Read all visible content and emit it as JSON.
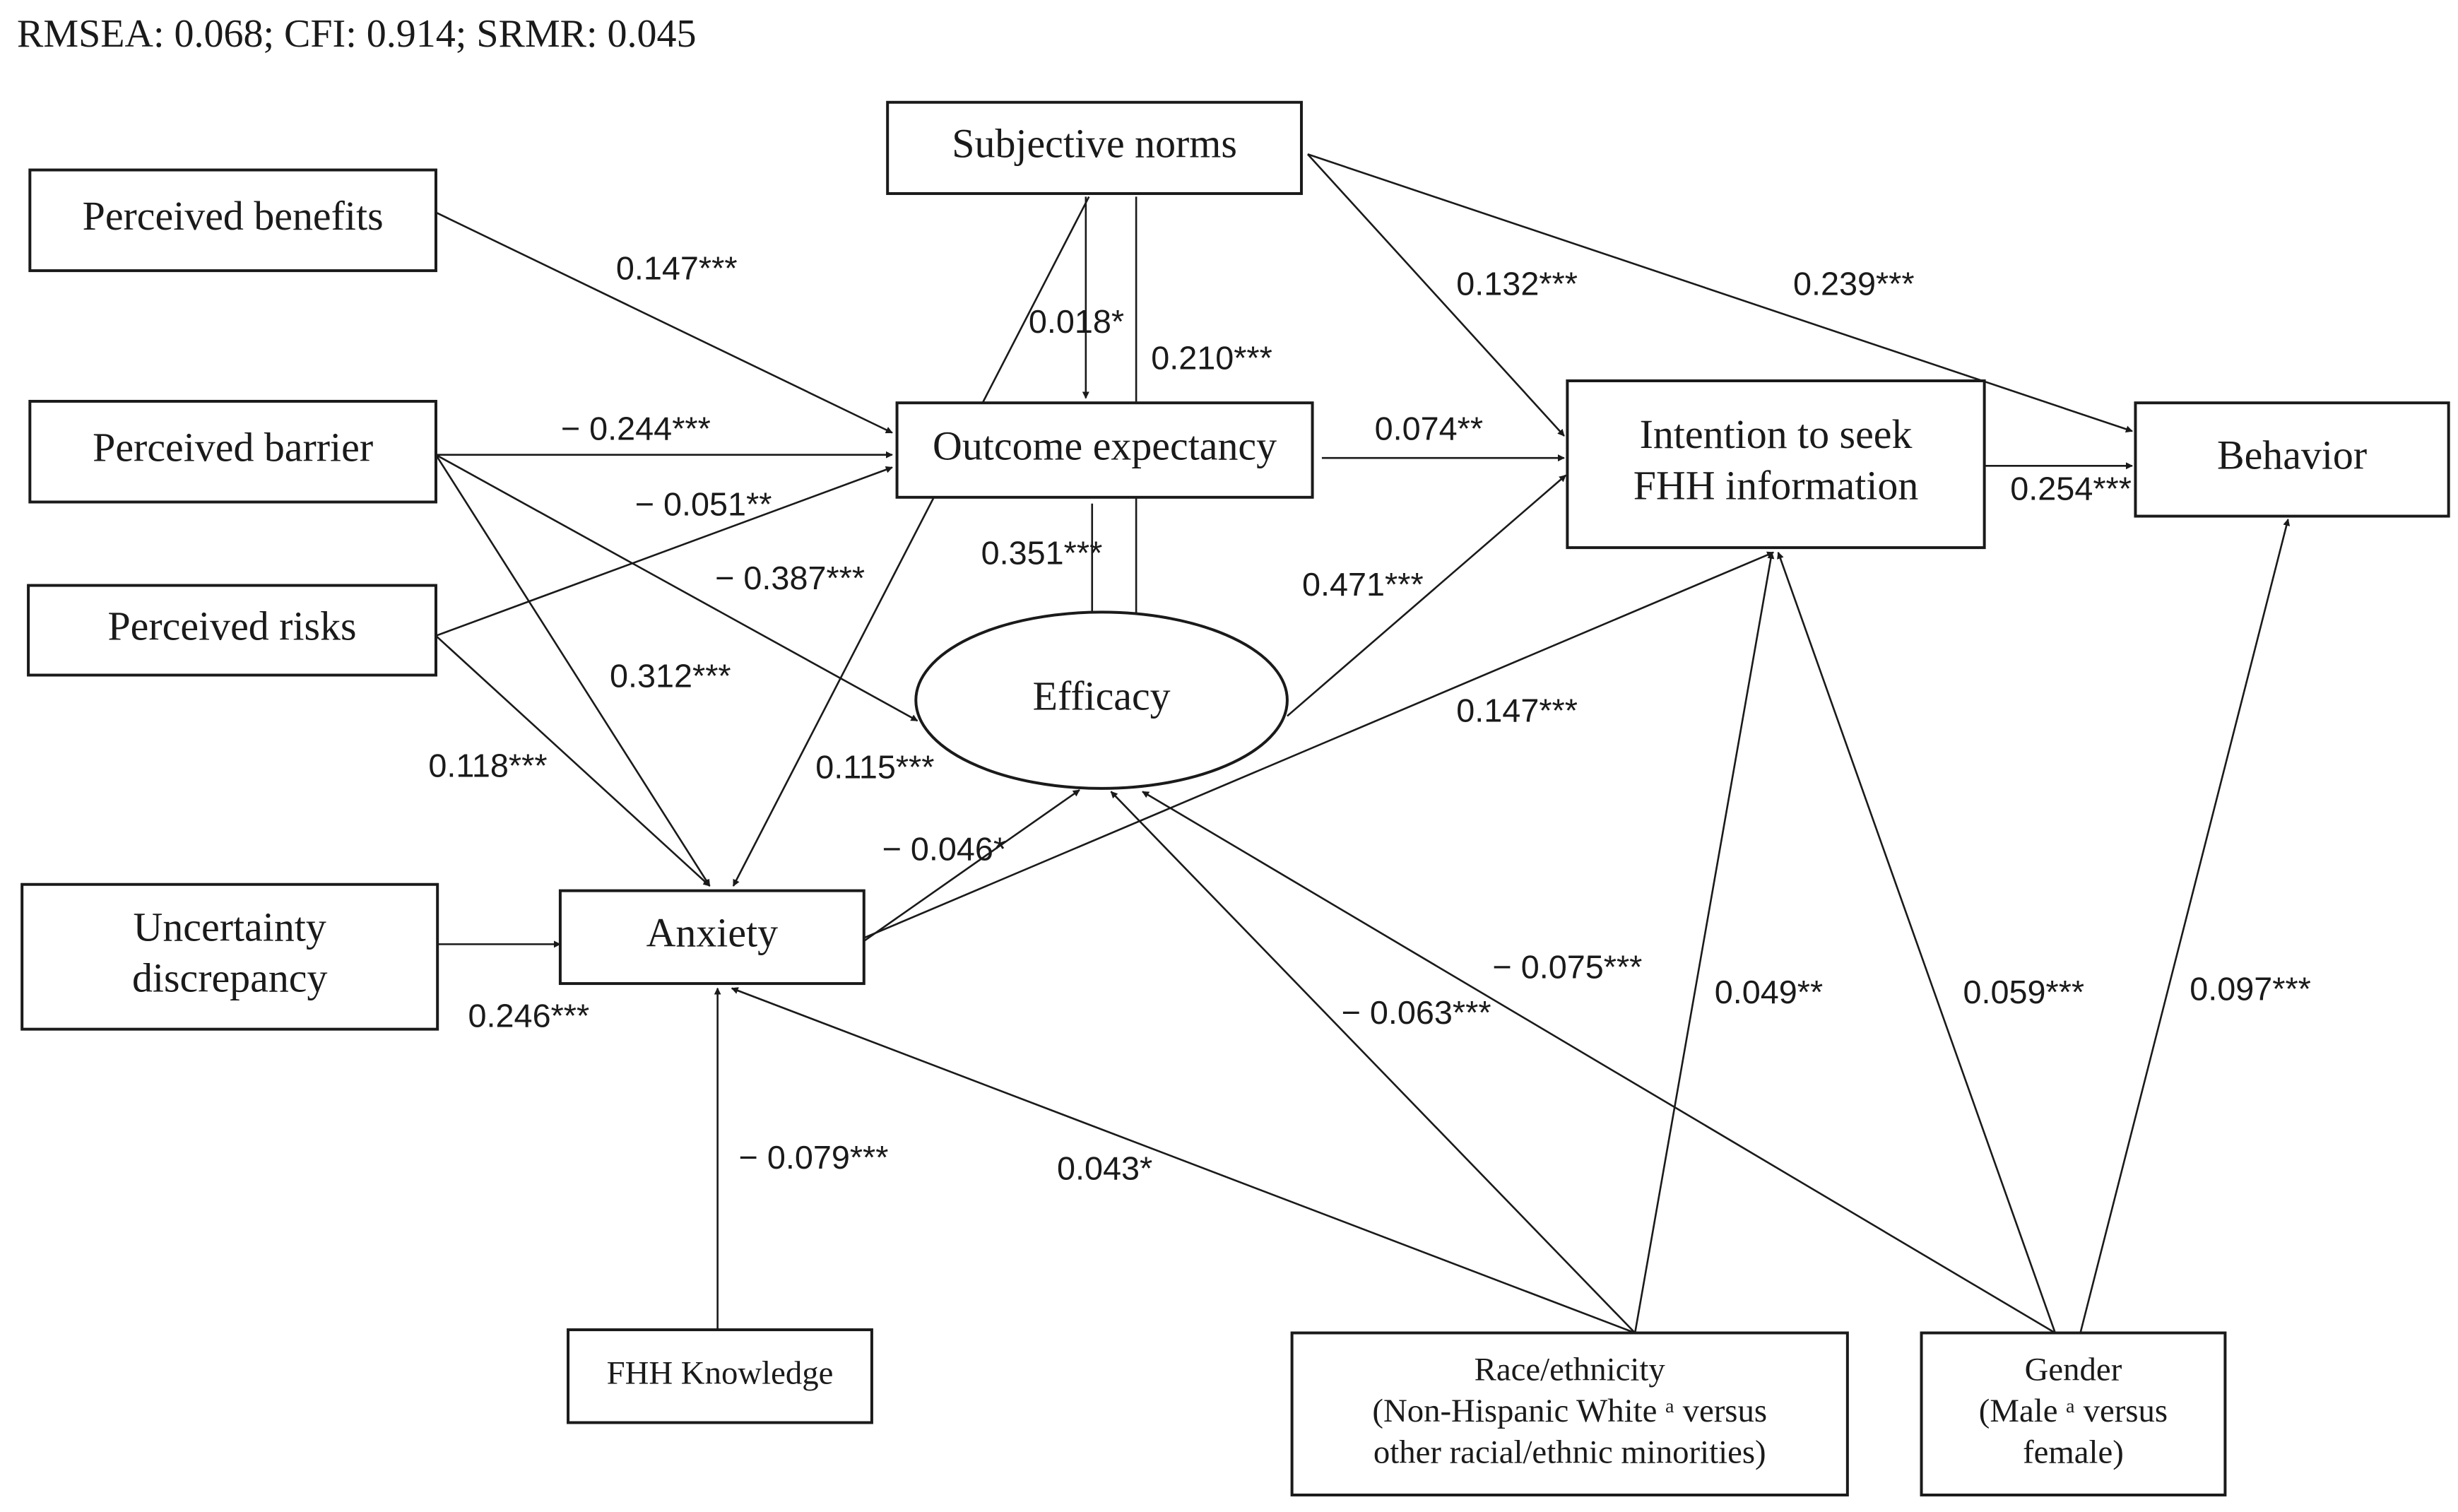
{
  "fit_stats": "RMSEA: 0.068; CFI: 0.914; SRMR: 0.045",
  "nodes": {
    "perceived_benefits": {
      "lines": [
        "Perceived benefits"
      ]
    },
    "perceived_barrier": {
      "lines": [
        "Perceived barrier"
      ]
    },
    "perceived_risks": {
      "lines": [
        "Perceived risks"
      ]
    },
    "uncertainty_discrepancy": {
      "lines": [
        "Uncertainty",
        "discrepancy"
      ]
    },
    "subjective_norms": {
      "lines": [
        "Subjective norms"
      ]
    },
    "outcome_expectancy": {
      "lines": [
        "Outcome expectancy"
      ]
    },
    "efficacy": {
      "lines": [
        "Efficacy"
      ]
    },
    "anxiety": {
      "lines": [
        "Anxiety"
      ]
    },
    "intention": {
      "lines": [
        "Intention to seek",
        "FHH information"
      ]
    },
    "behavior": {
      "lines": [
        "Behavior"
      ]
    },
    "fhh_knowledge": {
      "lines": [
        "FHH Knowledge"
      ]
    },
    "race_ethnicity": {
      "lines": [
        "Race/ethnicity",
        "(Non-Hispanic White ᵃ versus",
        "other racial/ethnic minorities)"
      ]
    },
    "gender": {
      "lines": [
        "Gender",
        "(Male ᵃ versus",
        "female)"
      ]
    }
  },
  "paths": [
    {
      "id": "benefits-outcome",
      "from": "perceived_benefits",
      "to": "outcome_expectancy",
      "label": "0.147***"
    },
    {
      "id": "barrier-outcome",
      "from": "perceived_barrier",
      "to": "outcome_expectancy",
      "label": "− 0.244***"
    },
    {
      "id": "risks-outcome",
      "from": "perceived_risks",
      "to": "outcome_expectancy",
      "label": "− 0.051**"
    },
    {
      "id": "barrier-efficacy",
      "from": "perceived_barrier",
      "to": "efficacy",
      "label": "− 0.387***"
    },
    {
      "id": "barrier-anxiety",
      "from": "perceived_barrier",
      "to": "anxiety",
      "label": "0.312***"
    },
    {
      "id": "risks-anxiety",
      "from": "perceived_risks",
      "to": "anxiety",
      "label": "0.118***"
    },
    {
      "id": "uncertainty-anxiety",
      "from": "uncertainty_discrepancy",
      "to": "anxiety",
      "label": "0.246***"
    },
    {
      "id": "norms-outcome",
      "from": "subjective_norms",
      "to": "outcome_expectancy",
      "label": "0.018*"
    },
    {
      "id": "norms-efficacy",
      "from": "subjective_norms",
      "to": "efficacy",
      "label": "0.210***"
    },
    {
      "id": "norms-anxiety",
      "from": "subjective_norms",
      "to": "anxiety",
      "label": "0.115***"
    },
    {
      "id": "norms-intention",
      "from": "subjective_norms",
      "to": "intention",
      "label": "0.132***"
    },
    {
      "id": "norms-behavior",
      "from": "subjective_norms",
      "to": "behavior",
      "label": "0.239***"
    },
    {
      "id": "outcome-intention",
      "from": "outcome_expectancy",
      "to": "intention",
      "label": "0.074**"
    },
    {
      "id": "outcome-efficacy",
      "from": "outcome_expectancy",
      "to": "efficacy",
      "label": "0.351***"
    },
    {
      "id": "efficacy-intention",
      "from": "efficacy",
      "to": "intention",
      "label": "0.471***"
    },
    {
      "id": "anxiety-intention",
      "from": "anxiety",
      "to": "intention",
      "label": "0.147***"
    },
    {
      "id": "anxiety-efficacy",
      "from": "anxiety",
      "to": "efficacy",
      "label": "− 0.046*"
    },
    {
      "id": "intention-behavior",
      "from": "intention",
      "to": "behavior",
      "label": "0.254***"
    },
    {
      "id": "knowledge-anxiety",
      "from": "fhh_knowledge",
      "to": "anxiety",
      "label": "− 0.079***"
    },
    {
      "id": "race-anxiety",
      "from": "race_ethnicity",
      "to": "anxiety",
      "label": "0.043*"
    },
    {
      "id": "race-efficacy",
      "from": "race_ethnicity",
      "to": "efficacy",
      "label": "− 0.063***"
    },
    {
      "id": "race-intention",
      "from": "race_ethnicity",
      "to": "intention",
      "label": "0.049**"
    },
    {
      "id": "gender-efficacy",
      "from": "gender",
      "to": "efficacy",
      "label": "− 0.075***"
    },
    {
      "id": "gender-intention",
      "from": "gender",
      "to": "intention",
      "label": "0.059***"
    },
    {
      "id": "gender-behavior",
      "from": "gender",
      "to": "behavior",
      "label": "0.097***"
    }
  ]
}
